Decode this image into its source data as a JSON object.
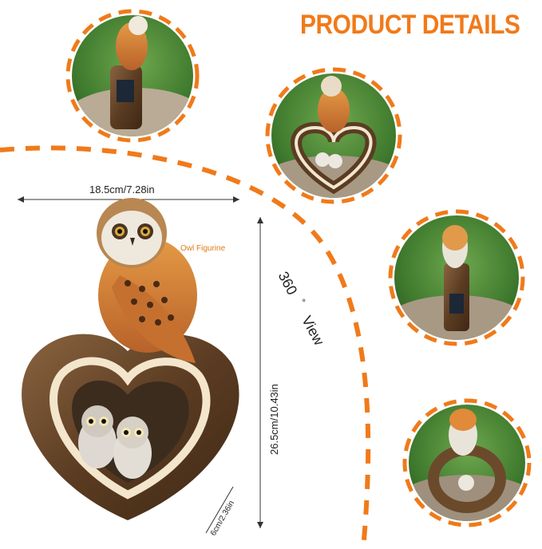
{
  "header": {
    "title": "PRODUCT DETAILS"
  },
  "dimensions": {
    "width": "18.5cm/7.28in",
    "height": "26.5cm/10.43in",
    "depth": "6cm/2.36in"
  },
  "labels": {
    "figurine": "Owl Figurine",
    "view_number": "360",
    "view_degree": "°",
    "view_text": "View"
  },
  "colors": {
    "accent": "#f07a1a",
    "text": "#222222",
    "wood": "#6b4a2c",
    "grass": "#4f8a3a"
  },
  "thumbnails": [
    {
      "name": "owl-on-stump-side-view"
    },
    {
      "name": "owl-on-heart-front-view"
    },
    {
      "name": "owl-on-heart-back-view"
    },
    {
      "name": "owl-on-heart-top-view"
    }
  ]
}
